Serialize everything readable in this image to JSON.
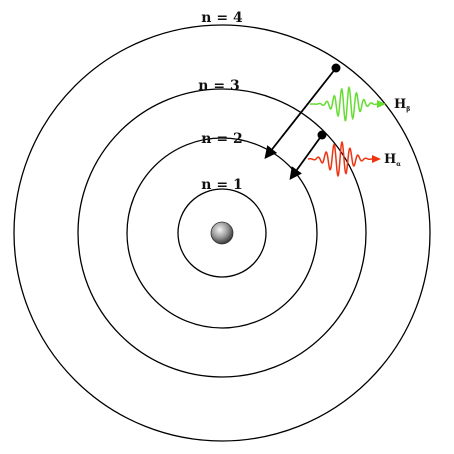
{
  "orbits": [
    {
      "label": "n = 1"
    },
    {
      "label": "n = 2"
    },
    {
      "label": "n = 3"
    },
    {
      "label": "n = 4"
    }
  ],
  "transitions": [
    {
      "from": 4,
      "to": 2,
      "label_main": "H",
      "label_sub": "β",
      "color": "#66dd33"
    },
    {
      "from": 3,
      "to": 2,
      "label_main": "H",
      "label_sub": "α",
      "color": "#ee3311"
    }
  ],
  "colors": {
    "nucleus": "#9a9a9a",
    "orbit": "#000000"
  }
}
